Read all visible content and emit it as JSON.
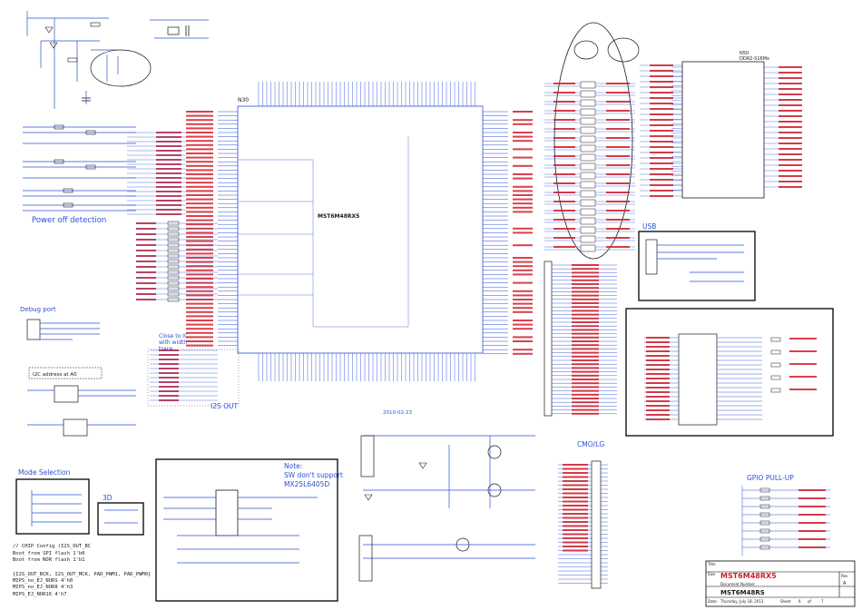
{
  "sheet": {
    "main_ic": "MST6M48RX5",
    "main_ic_ref": "N30",
    "date_note": "2010-02-23"
  },
  "section_labels": {
    "power_off": "Power off detection",
    "debug_port": "Debug port",
    "i2s_out": "I2S OUT",
    "mode_selection": "Mode Selection",
    "mode_3d": "3D",
    "usb": "USB",
    "cmo_lg": "CMO/LG",
    "gpio_pullup": "GPIO PULL-UP",
    "i2c_address": "I2C address at A0",
    "close_to_ic": "Close to IC\nwith width\ntrace"
  },
  "note": {
    "title": "Note:",
    "line1": "SW don't support",
    "line2": "MX25L6405D"
  },
  "chip_config": [
    "// CHIP Config (I2S_OUT_BC",
    "Boot from SPI flash      1'b0",
    "Boot from NOR flash      1'b1",
    "",
    "{I2S_OUT_BCK, I2S_OUT_MCK, PAD_PWM1, PAD_PWM0}",
    "MIPS_no_EJ_NORS         4'h0",
    "MIPS_no_EJ_NOR8         4'h3",
    "MIPS_EJ_NOR16           4'h7"
  ],
  "memory_ic": {
    "ref": "N50",
    "name": "DDR2-S16Mx"
  },
  "title_block": {
    "title_label": "Title",
    "title": "MST6M48RX5",
    "doc_label": "Document Number",
    "doc": "MST6M48RS",
    "size_label": "Size",
    "rev_label": "Rev",
    "rev": "A",
    "date_label": "Date:",
    "date": "Thursday, July 18, 2013",
    "sheet_label": "Sheet",
    "sheet_no": "6",
    "of_label": "of",
    "sheet_total": "7"
  },
  "colors": {
    "wire": "#2b4fd6",
    "net_label": "#d21e2a",
    "component": "#1a1a1a",
    "box": "#000000"
  }
}
